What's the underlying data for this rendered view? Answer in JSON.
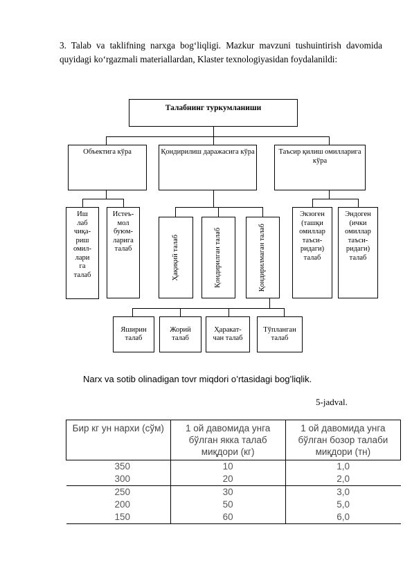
{
  "paragraph": "3. Talab va taklifning narxga bog‘liqligi. Mazkur mavzuni tushuintirish davomida quyidagi ko‘rgazmali materiallardan, Klaster texnologiyasidan foydalanildi:",
  "diagram": {
    "root": "Талабнинг туркумланиши",
    "level1": [
      "Объектига кўра",
      "Қондирилиш даражасига кўра",
      "Таъсир қилиш омилларига кўра"
    ],
    "level2": [
      "Ишлаб чиқариш омилларига талаб",
      "Истеъмол буюмларига талаб",
      "Ҳақиқий талаб",
      "Қондирилган талаб",
      "Қондирилмаган талаб",
      "Экзоген (ташқи омиллар таъсиридаги) талаб",
      "Эндоген (ички омиллар таъсиридаги) талаб"
    ],
    "level2_display": [
      "Иш\nлаб\nчиқа-\nриш\nомил-\nлари\nга\nталаб",
      "Истеъ-\nмол\nбуюм-\nларига\nталаб",
      "Ҳақиқий талаб",
      "Қондирилган талаб",
      "Қондирилмаган талаб",
      "Экзоген\n(ташқи\nомиллар\nтаъси-\nридаги)\nталаб",
      "Эндоген\n(ички\nомиллар\nтаъси-\nридаги)\nталаб"
    ],
    "level3": [
      "Яширин талаб",
      "Жорий талаб",
      "Ҳаракат-чан талаб",
      "Тўпланган талаб"
    ],
    "level3_display": [
      "Яширин\nталаб",
      "Жорий\nталаб",
      "Ҳаракат-\nчан талаб",
      "Тўпланган\nталаб"
    ]
  },
  "caption": "Narx va sotib olinadigan tovr miqdori o’rtasidagi bog’liqlik.",
  "table_label": "5-jadval.",
  "table": {
    "headers": [
      "Бир кг ун нархи (сўм)",
      "1 ой давомида унга бўлган якка талаб миқдори (кг)",
      "1 ой давомида унга бўлган бозор талаби миқдори (тн)"
    ],
    "rows": [
      [
        "350",
        "10",
        "1,0"
      ],
      [
        "300",
        "20",
        "2,0"
      ],
      [
        "250",
        "30",
        "3,0"
      ],
      [
        "200",
        "50",
        "5,0"
      ],
      [
        "150",
        "60",
        "6,0"
      ]
    ]
  }
}
